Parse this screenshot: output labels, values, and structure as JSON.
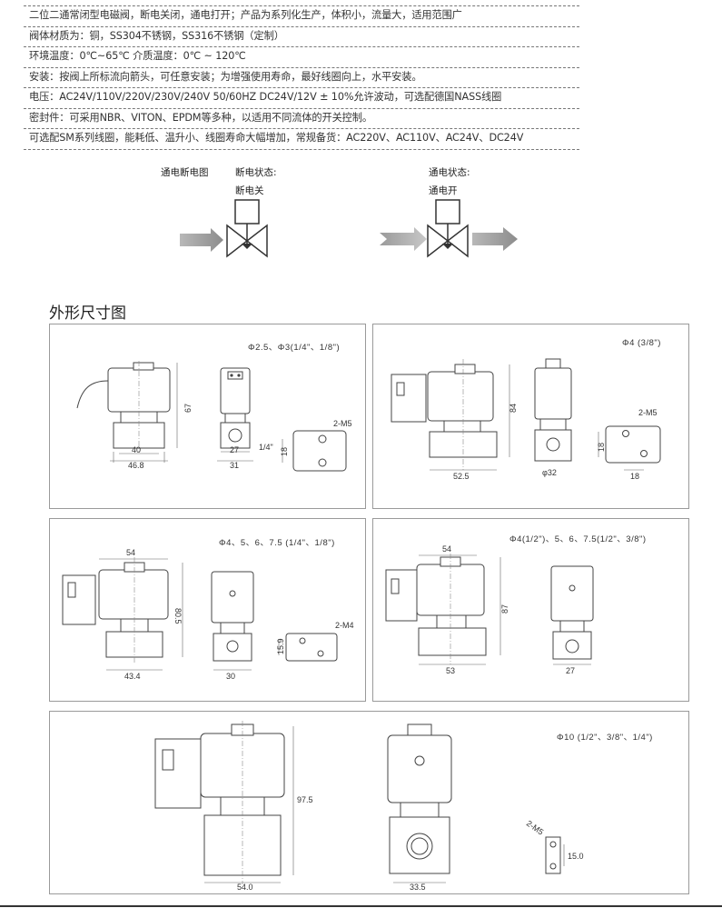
{
  "specs": [
    "二位二通常闭型电磁阀，断电关闭，通电打开；产品为系列化生产，体积小，流量大，适用范围广",
    "阀体材质为：铜，SS304不锈钢，SS316不锈钢（定制）",
    "环境温度：0℃~65℃    介质温度：0℃ ~ 120℃",
    "安装：按阀上所标流向箭头，可任意安装；为增强使用寿命，最好线圈向上，水平安装。",
    "电压：AC24V/110V/220V/230V/240V  50/60HZ  DC24V/12V    ± 10%允许波动，可选配德国NASS线圈",
    "密封件：可采用NBR、VITON、EPDM等多种，以适用不同流体的开关控制。",
    "可选配SM系列线圈，能耗低、温升小、线圈寿命大幅增加，常规备货：AC220V、AC110V、AC24V、DC24V"
  ],
  "flow": {
    "title_left": "通电断电图",
    "off_state_label": "断电状态:",
    "off_state_value": "断电关",
    "on_state_label": "通电状态:",
    "on_state_value": "通电开"
  },
  "section_title": "外形尺寸图",
  "panels": [
    {
      "caption": "Φ2.5、Φ3(1/4\"、1/8\")",
      "dims": {
        "width_a": "40",
        "width_b": "46.8",
        "height": "67",
        "side_a": "27",
        "side_b": "31",
        "port": "1/4\"",
        "port_h": "18",
        "screw": "2-M5"
      }
    },
    {
      "caption": "Φ4 (3/8\")",
      "dims": {
        "width": "52.5",
        "height": "84",
        "diameter": "φ32",
        "port_h": "18",
        "spacing": "18",
        "screw": "2-M5"
      }
    },
    {
      "caption": "Φ4、5、6、7.5 (1/4\"、1/8\")",
      "dims": {
        "top": "54",
        "height": "80.5",
        "width": "43.4",
        "side": "30",
        "port_h": "15.9",
        "screw": "2-M4"
      }
    },
    {
      "caption": "Φ4(1/2\")、5、6、7.5(1/2\"、3/8\")",
      "dims": {
        "top": "54",
        "height": "87",
        "width": "53",
        "side": "27"
      }
    },
    {
      "caption": "Φ10 (1/2\"、3/8\"、1/4\")",
      "dims": {
        "height": "97.5",
        "width": "54.0",
        "side": "33.5",
        "port_h": "15.0",
        "screw": "2-M5"
      }
    }
  ],
  "colors": {
    "arrow_gray": "#9a9a9a",
    "line": "#444444",
    "border": "#9a9a9a"
  }
}
